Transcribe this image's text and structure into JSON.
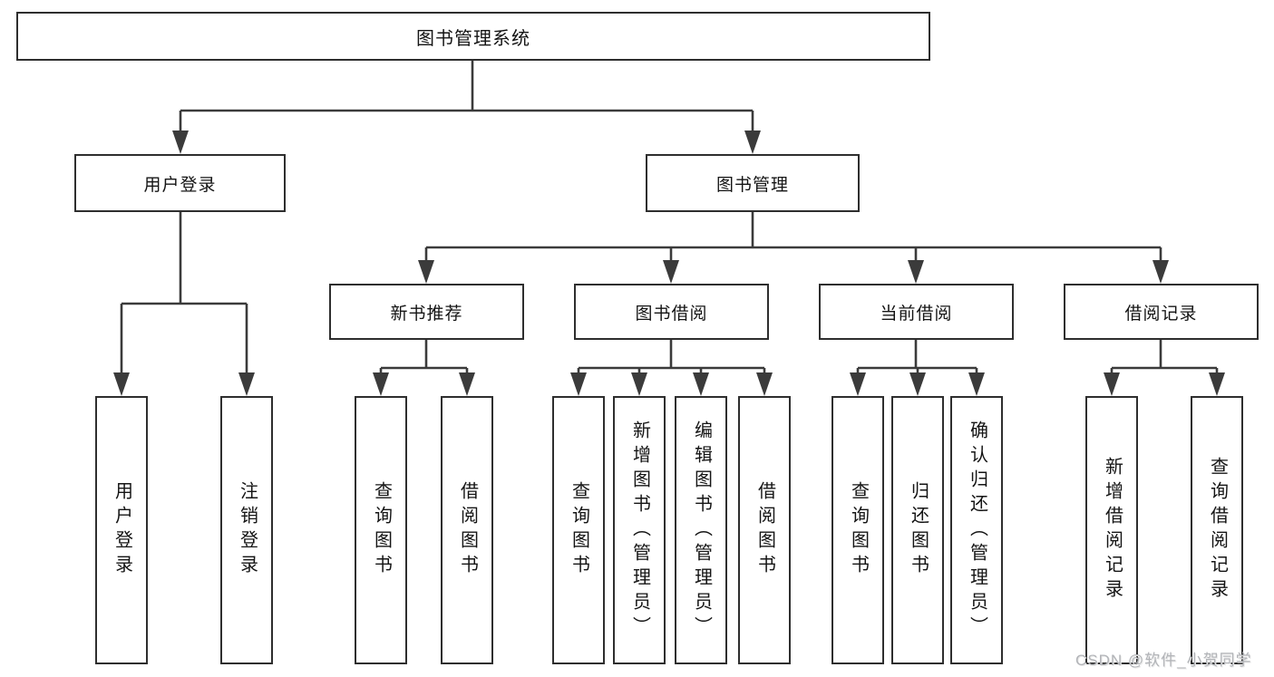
{
  "watermark": {
    "text": "CSDN @软件_小贺同学"
  },
  "colors": {
    "line": "#3b3b3b",
    "box_border": "#2e2e2e",
    "box_fill": "#ffffff",
    "text": "#141414",
    "watermark_text": "#b2b4b8"
  },
  "tree": {
    "root": {
      "label": "图书管理系统"
    },
    "user_login": {
      "label": "用户登录",
      "children": [
        {
          "label": "用户登录"
        },
        {
          "label": "注销登录"
        }
      ]
    },
    "book_management": {
      "label": "图书管理",
      "sections": [
        {
          "label": "新书推荐",
          "children": [
            {
              "label": "查询图书"
            },
            {
              "label": "借阅图书"
            }
          ]
        },
        {
          "label": "图书借阅",
          "children": [
            {
              "label": "查询图书"
            },
            {
              "label": "新增图书（管理员）"
            },
            {
              "label": "编辑图书（管理员）"
            },
            {
              "label": "借阅图书"
            }
          ]
        },
        {
          "label": "当前借阅",
          "children": [
            {
              "label": "查询图书"
            },
            {
              "label": "归还图书"
            },
            {
              "label": "确认归还（管理员）"
            }
          ]
        },
        {
          "label": "借阅记录",
          "children": [
            {
              "label": "新增借阅记录"
            },
            {
              "label": "查询借阅记录"
            }
          ]
        }
      ]
    }
  }
}
